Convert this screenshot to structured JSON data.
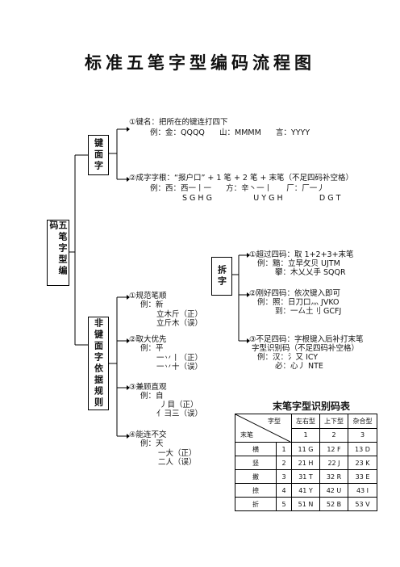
{
  "title": "标准五笔字型编码流程图",
  "root": "五笔字型编码",
  "key_char": "键面字",
  "nonkey_char": "非键面字依据规则",
  "split": "拆字",
  "kc": {
    "n1": "①键名：把所在的键连打四下",
    "n1_ex": "例：金：QQQQ      山：MMMM      言：YYYY",
    "n2": "②成字字根：“报户口” + 1 笔 + 2 笔 + 末笔（不足四码补空格）",
    "n2_ex": "例：西：西一丨一      方：辛丶一丨      厂：厂一丿",
    "n2_codes": "S G H G                 U Y G H               D G T"
  },
  "rules": {
    "r1": "①规范笔顺",
    "r1_ex": "例：新",
    "r1_a": "立木斤（正）",
    "r1_b": "立斤木（误）",
    "r2": "②取大优先",
    "r2_ex": "例：平",
    "r2_a": "一丷丨（正）",
    "r2_b": "一丷十（误）",
    "r3": "③兼顾直观",
    "r3_ex": "例：自",
    "r3_a": "丿目（正）",
    "r3_b": "亻彐三（误）",
    "r4": "④能连不交",
    "r4_ex": "例：天",
    "r4_a": "一大（正）",
    "r4_b": "二人（误）"
  },
  "split_rules": {
    "s1": "①超过四码：取 1+2+3+末笔",
    "s1_a": "例：黯：立早攵贝 UJTM",
    "s1_b": "攀：木乂乂手 SQQR",
    "s2": "②刚好四码：依次键入即可",
    "s2_a": "例：照：日刀口灬 JVKO",
    "s2_b": "到：一厶土刂 GCFJ",
    "s3": "③不足四码：字根键入后补打末笔",
    "s3_b": "字型识别码（不足四码补空格）",
    "s3_c": "例：汉：氵又 ICY",
    "s3_d": "必：心丿 NTE"
  },
  "table": {
    "title": "末笔字型识别码表",
    "corner_top": "字型",
    "corner_bottom": "末笔",
    "headers": [
      "左右型",
      "上下型",
      "杂合型"
    ],
    "header_nums": [
      "1",
      "2",
      "3"
    ],
    "rows": [
      {
        "stroke": "横",
        "num": "1",
        "cells": [
          "11 G",
          "12 F",
          "13 D"
        ]
      },
      {
        "stroke": "竖",
        "num": "2",
        "cells": [
          "21 H",
          "22 J",
          "23 K"
        ]
      },
      {
        "stroke": "撇",
        "num": "3",
        "cells": [
          "31 T",
          "32 R",
          "33 E"
        ]
      },
      {
        "stroke": "捺",
        "num": "4",
        "cells": [
          "41 Y",
          "42 U",
          "43 I"
        ]
      },
      {
        "stroke": "折",
        "num": "5",
        "cells": [
          "51 N",
          "52 B",
          "53 V"
        ]
      }
    ]
  }
}
